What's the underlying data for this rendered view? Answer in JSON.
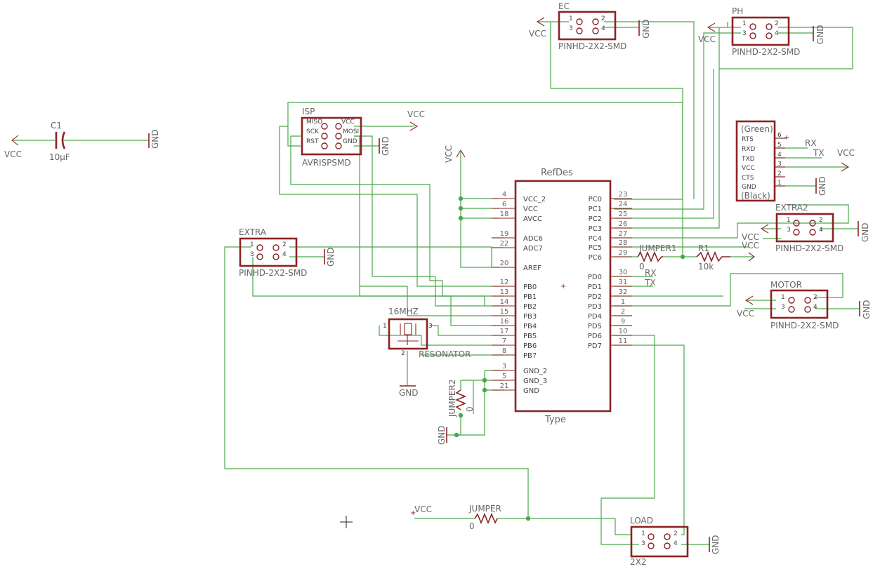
{
  "labels": {
    "vcc": "VCC",
    "gnd": "GND",
    "rx": "RX",
    "tx": "TX"
  },
  "mcu": {
    "refdes": "RefDes",
    "type": "Type",
    "left_pins": [
      {
        "num": "4",
        "name": "VCC_2"
      },
      {
        "num": "6",
        "name": "VCC"
      },
      {
        "num": "18",
        "name": "AVCC"
      },
      {
        "num": "19",
        "name": "ADC6"
      },
      {
        "num": "22",
        "name": "ADC7"
      },
      {
        "num": "20",
        "name": "AREF"
      },
      {
        "num": "12",
        "name": "PB0"
      },
      {
        "num": "13",
        "name": "PB1"
      },
      {
        "num": "14",
        "name": "PB2"
      },
      {
        "num": "15",
        "name": "PB3"
      },
      {
        "num": "16",
        "name": "PB4"
      },
      {
        "num": "17",
        "name": "PB5"
      },
      {
        "num": "7",
        "name": "PB6"
      },
      {
        "num": "8",
        "name": "PB7"
      },
      {
        "num": "3",
        "name": "GND_2"
      },
      {
        "num": "5",
        "name": "GND_3"
      },
      {
        "num": "21",
        "name": "GND"
      }
    ],
    "right_pins": [
      {
        "num": "23",
        "name": "PC0"
      },
      {
        "num": "24",
        "name": "PC1"
      },
      {
        "num": "25",
        "name": "PC2"
      },
      {
        "num": "26",
        "name": "PC3"
      },
      {
        "num": "27",
        "name": "PC4"
      },
      {
        "num": "28",
        "name": "PC5"
      },
      {
        "num": "29",
        "name": "PC6"
      },
      {
        "num": "30",
        "name": "PD0"
      },
      {
        "num": "31",
        "name": "PD1"
      },
      {
        "num": "32",
        "name": "PD2"
      },
      {
        "num": "1",
        "name": "PD3"
      },
      {
        "num": "2",
        "name": "PD4"
      },
      {
        "num": "9",
        "name": "PD5"
      },
      {
        "num": "10",
        "name": "PD6"
      },
      {
        "num": "11",
        "name": "PD7"
      }
    ]
  },
  "isp": {
    "name": "ISP",
    "value": "AVRISPSMD",
    "pins": [
      "MISO",
      "VCC",
      "SCK",
      "MOSI",
      "RST",
      "GND"
    ]
  },
  "c1": {
    "name": "C1",
    "value": "10µF"
  },
  "resonator": {
    "name": "16MHZ",
    "value": "RESONATOR",
    "pins": [
      "1",
      "3",
      "2"
    ]
  },
  "headers": {
    "ec": {
      "name": "EC",
      "value": "PINHD-2X2-SMD"
    },
    "ph": {
      "name": "PH",
      "value": "PINHD-2X2-SMD"
    },
    "extra": {
      "name": "EXTRA",
      "value": "PINHD-2X2-SMD"
    },
    "extra2": {
      "name": "EXTRA2",
      "value": "PINHD-2X2-SMD"
    },
    "motor": {
      "name": "MOTOR",
      "value": "PINHD-2X2-SMD"
    },
    "load": {
      "name": "LOAD",
      "value": "2X2"
    },
    "pin_numbers": [
      "1",
      "2",
      "3",
      "4"
    ]
  },
  "ftdi": {
    "top": "(Green)",
    "bottom": "(Black)",
    "pins": [
      {
        "name": "RTS",
        "num": "6"
      },
      {
        "name": "RXD",
        "num": "5"
      },
      {
        "name": "TXD",
        "num": "4"
      },
      {
        "name": "VCC",
        "num": "3"
      },
      {
        "name": "CTS",
        "num": "2"
      },
      {
        "name": "GND",
        "num": "1"
      }
    ]
  },
  "jumper1": {
    "name": "JUMPER1",
    "value": "0"
  },
  "r1": {
    "name": "R1",
    "value": "10k"
  },
  "jumper2": {
    "name": "JUMPER2",
    "value": "0"
  },
  "jumper": {
    "name": "JUMPER",
    "value": "0"
  }
}
